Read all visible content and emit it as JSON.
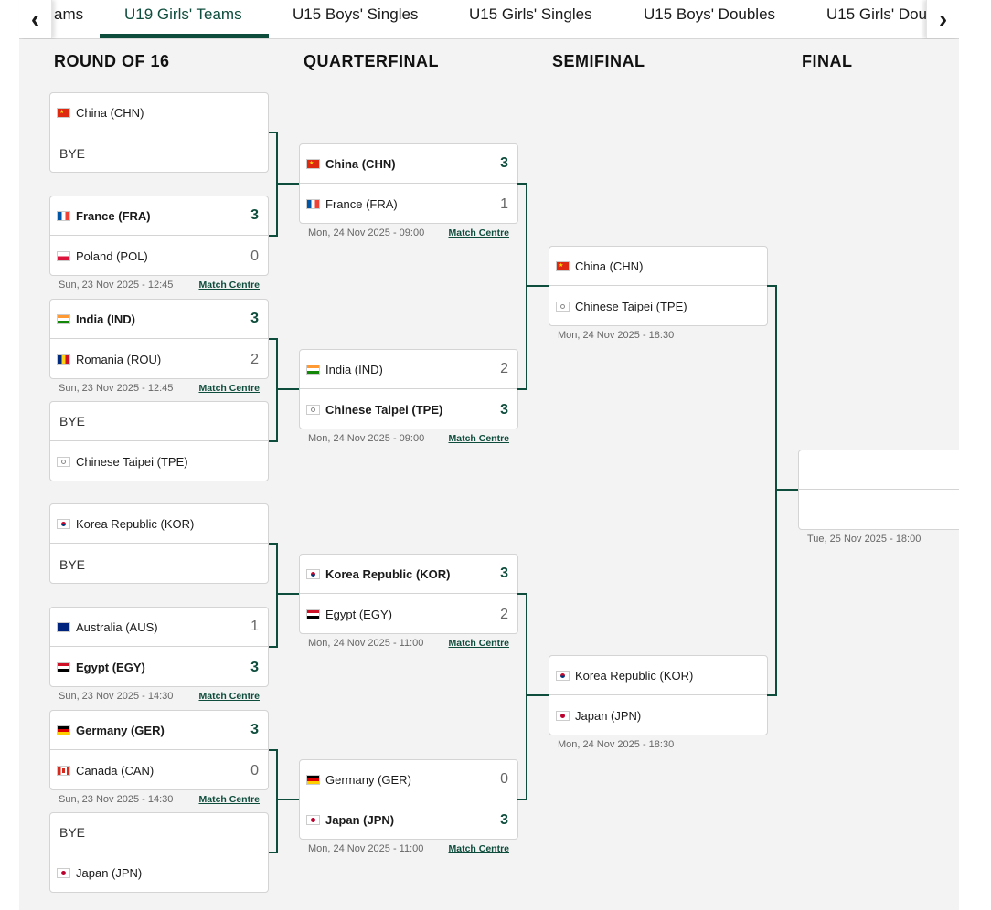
{
  "tabs": {
    "items": [
      {
        "label": "ams"
      },
      {
        "label": "U19 Girls' Teams"
      },
      {
        "label": "U15 Boys' Singles"
      },
      {
        "label": "U15 Girls' Singles"
      },
      {
        "label": "U15 Boys' Doubles"
      },
      {
        "label": "U15 Girls' Dou"
      }
    ],
    "left_icon": "chevron-left-icon",
    "right_icon": "chevron-right-icon",
    "left_glyph": "‹",
    "right_glyph": "›"
  },
  "rounds": [
    {
      "title": "ROUND OF 16"
    },
    {
      "title": "QUARTERFINAL"
    },
    {
      "title": "SEMIFINAL"
    },
    {
      "title": "FINAL"
    }
  ],
  "bye_label": "BYE",
  "match_centre_label": "Match Centre",
  "colors": {
    "accent": "#0e4d3c",
    "border": "#d4d4d4",
    "background": "#f3f3f3"
  },
  "r16": [
    {
      "top": {
        "name": "China (CHN)",
        "flag": "CHN"
      },
      "bottom": {
        "bye": true
      }
    },
    {
      "top": {
        "name": "France (FRA)",
        "flag": "FRA",
        "score": "3",
        "winner": true
      },
      "bottom": {
        "name": "Poland (POL)",
        "flag": "POL",
        "score": "0"
      },
      "date": "Sun, 23 Nov 2025 - 12:45",
      "link": true
    },
    {
      "top": {
        "name": "India (IND)",
        "flag": "IND",
        "score": "3",
        "winner": true
      },
      "bottom": {
        "name": "Romania (ROU)",
        "flag": "ROU",
        "score": "2"
      },
      "date": "Sun, 23 Nov 2025 - 12:45",
      "link": true
    },
    {
      "top": {
        "bye": true
      },
      "bottom": {
        "name": "Chinese Taipei (TPE)",
        "flag": "TPE"
      }
    },
    {
      "top": {
        "name": "Korea Republic (KOR)",
        "flag": "KOR"
      },
      "bottom": {
        "bye": true
      }
    },
    {
      "top": {
        "name": "Australia (AUS)",
        "flag": "AUS",
        "score": "1"
      },
      "bottom": {
        "name": "Egypt (EGY)",
        "flag": "EGY",
        "score": "3",
        "winner": true
      },
      "date": "Sun, 23 Nov 2025 - 14:30",
      "link": true
    },
    {
      "top": {
        "name": "Germany (GER)",
        "flag": "GER",
        "score": "3",
        "winner": true
      },
      "bottom": {
        "name": "Canada (CAN)",
        "flag": "CAN",
        "score": "0"
      },
      "date": "Sun, 23 Nov 2025 - 14:30",
      "link": true
    },
    {
      "top": {
        "bye": true
      },
      "bottom": {
        "name": "Japan (JPN)",
        "flag": "JPN"
      }
    }
  ],
  "qf": [
    {
      "top": {
        "name": "China (CHN)",
        "flag": "CHN",
        "score": "3",
        "winner": true
      },
      "bottom": {
        "name": "France (FRA)",
        "flag": "FRA",
        "score": "1"
      },
      "date": "Mon, 24 Nov 2025 - 09:00",
      "link": true
    },
    {
      "top": {
        "name": "India (IND)",
        "flag": "IND",
        "score": "2"
      },
      "bottom": {
        "name": "Chinese Taipei (TPE)",
        "flag": "TPE",
        "score": "3",
        "winner": true
      },
      "date": "Mon, 24 Nov 2025 - 09:00",
      "link": true
    },
    {
      "top": {
        "name": "Korea Republic (KOR)",
        "flag": "KOR",
        "score": "3",
        "winner": true
      },
      "bottom": {
        "name": "Egypt (EGY)",
        "flag": "EGY",
        "score": "2"
      },
      "date": "Mon, 24 Nov 2025 - 11:00",
      "link": true
    },
    {
      "top": {
        "name": "Germany (GER)",
        "flag": "GER",
        "score": "0"
      },
      "bottom": {
        "name": "Japan (JPN)",
        "flag": "JPN",
        "score": "3",
        "winner": true
      },
      "date": "Mon, 24 Nov 2025 - 11:00",
      "link": true
    }
  ],
  "sf": [
    {
      "top": {
        "name": "China (CHN)",
        "flag": "CHN"
      },
      "bottom": {
        "name": "Chinese Taipei (TPE)",
        "flag": "TPE"
      },
      "date": "Mon, 24 Nov 2025 - 18:30"
    },
    {
      "top": {
        "name": "Korea Republic (KOR)",
        "flag": "KOR"
      },
      "bottom": {
        "name": "Japan (JPN)",
        "flag": "JPN"
      },
      "date": "Mon, 24 Nov 2025 - 18:30"
    }
  ],
  "final": [
    {
      "top": {
        "name": ""
      },
      "bottom": {
        "name": ""
      },
      "date": "Tue, 25 Nov 2025 - 18:00"
    }
  ]
}
